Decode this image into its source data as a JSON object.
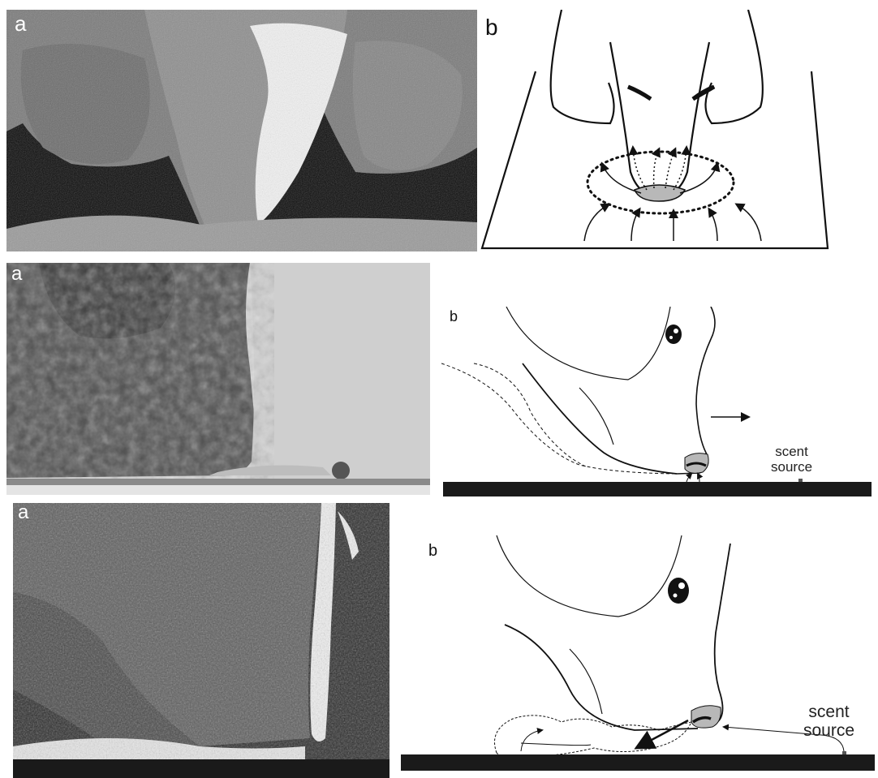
{
  "rows": [
    {
      "photo_label": "a",
      "diagram_label": "b"
    },
    {
      "photo_label": "a",
      "diagram_label": "b",
      "annotation": [
        "scent",
        "source"
      ]
    },
    {
      "photo_label": "a",
      "diagram_label": "b",
      "annotation": [
        "scent",
        "source"
      ]
    }
  ],
  "colors": {
    "nostril_fill": "#b8b8b8",
    "ground": "#1a1a1a",
    "line": "#111111"
  }
}
